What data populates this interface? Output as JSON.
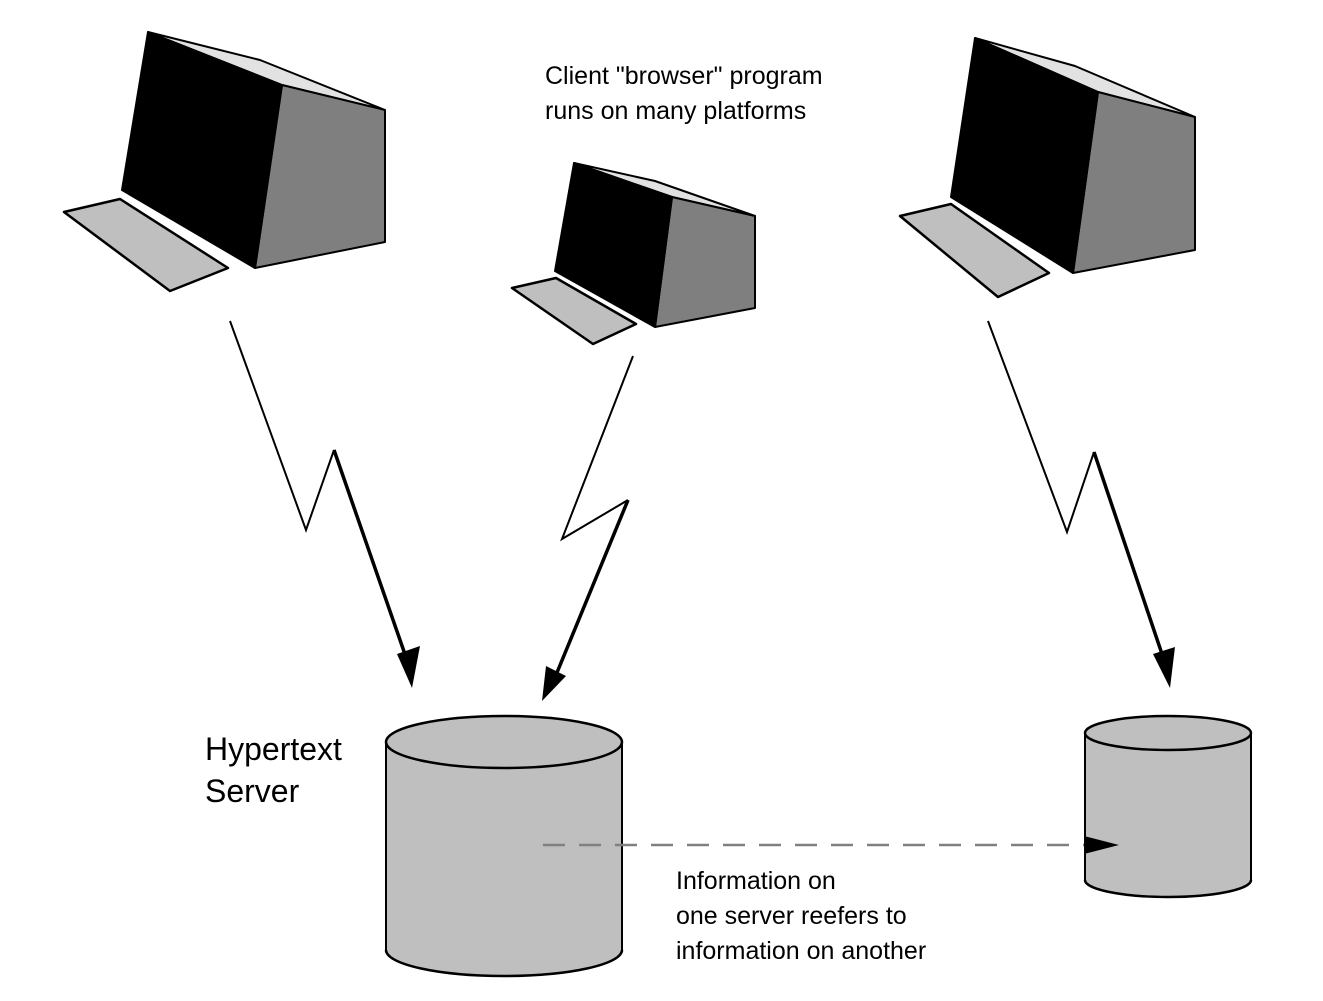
{
  "diagram": {
    "client_caption": {
      "line1": "Client \"browser\" program",
      "line2": "runs on many platforms"
    },
    "server_caption": {
      "line1": "Hypertext",
      "line2": "Server"
    },
    "link_caption": {
      "line1": "Information on",
      "line2": "one server reefers to",
      "line3": "information on another"
    },
    "colors": {
      "screen": "#000000",
      "monitor_side": "#7f7f7f",
      "monitor_top": "#e2e2e2",
      "keyboard": "#bfbfbf",
      "cylinder": "#bfbfbf",
      "outline": "#000000",
      "dashed_link": "#808080"
    },
    "icons": [
      "computer-icon",
      "database-icon",
      "lightning-arrow-icon",
      "dashed-arrow-icon"
    ]
  }
}
